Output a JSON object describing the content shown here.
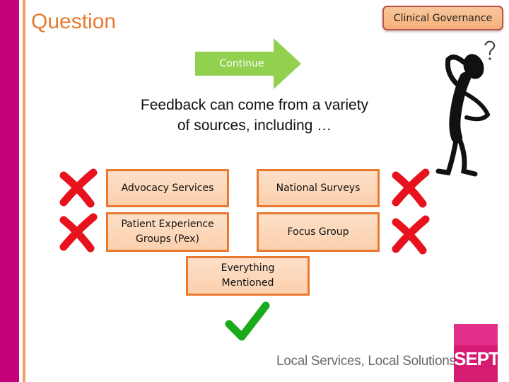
{
  "slide": {
    "title": "Question",
    "badge": "Clinical Governance",
    "continue_label": "Continue",
    "question": "Feedback can come from a variety of sources, including …",
    "options": [
      {
        "label": "Advocacy Services",
        "result": "wrong"
      },
      {
        "label": "National Surveys",
        "result": "wrong"
      },
      {
        "label": "Patient Experience Groups (Pex)",
        "result": "wrong"
      },
      {
        "label": "Focus Group",
        "result": "wrong"
      },
      {
        "label": "Everything Mentioned",
        "result": "correct"
      }
    ],
    "footer": "Local Services, Local Solutions",
    "logo": "SEPT"
  },
  "colors": {
    "accent": "#e8792e",
    "continue_arrow": "#92d050",
    "wrong_mark": "#e8111e",
    "correct_mark": "#1aaa1a",
    "magenta": "#c4007a"
  },
  "icons": {
    "continue": "right-arrow-icon",
    "wrong": "red-cross-icon",
    "correct": "green-check-icon",
    "figure": "thinking-person-icon"
  }
}
